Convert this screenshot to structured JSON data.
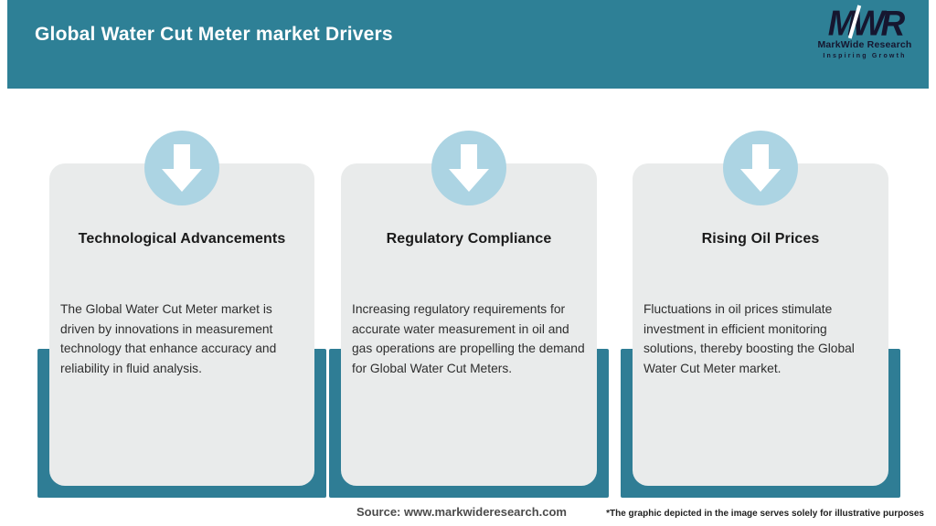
{
  "header": {
    "title": "Global Water Cut Meter market Drivers",
    "bg_color": "#2E8096",
    "logo": {
      "monogram": "MWR",
      "name": "MarkWide Research",
      "tagline": "Inspiring Growth",
      "color": "#16162F"
    }
  },
  "cards": [
    {
      "icon": "down-arrow-icon",
      "title": "Technological Advancements",
      "description": "The Global Water Cut Meter market is driven by innovations in measurement technology that enhance accuracy and reliability in fluid analysis."
    },
    {
      "icon": "down-arrow-icon",
      "title": "Regulatory Compliance",
      "description": "Increasing regulatory requirements for accurate water measurement in oil and gas operations are propelling the demand for Global Water Cut Meters."
    },
    {
      "icon": "down-arrow-icon",
      "title": "Rising Oil Prices",
      "description": "Fluctuations in oil prices stimulate investment in efficient monitoring solutions, thereby boosting the Global Water Cut Meter market."
    }
  ],
  "footer": {
    "source": "Source: www.markwideresearch.com",
    "disclaimer": "*The graphic depicted in the image serves solely for illustrative purposes"
  },
  "colors": {
    "header_teal": "#2E8096",
    "pedestal_teal": "#2F7D95",
    "card_bg": "#E9EBEB",
    "icon_circle_blue": "#ACD4E3",
    "arrow_white": "#FFFFFF"
  }
}
